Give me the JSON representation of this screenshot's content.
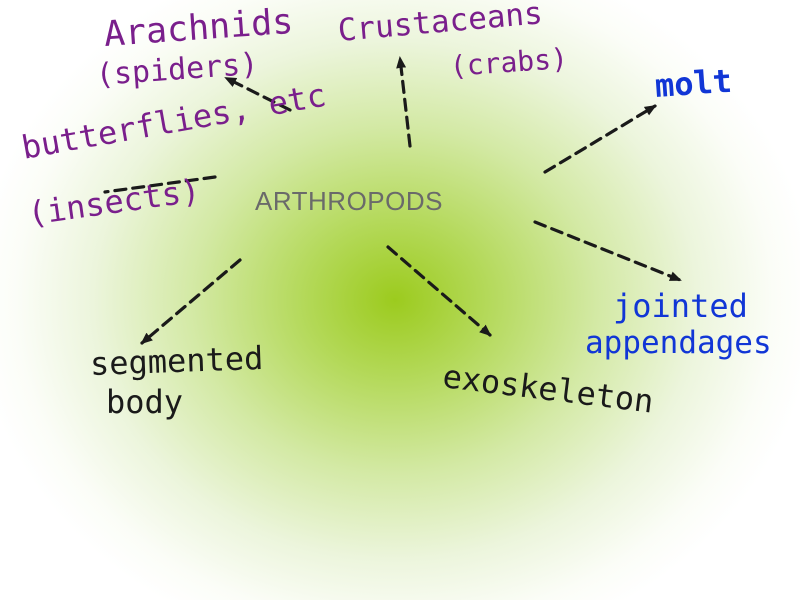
{
  "center": {
    "title": "ARTHROPODS"
  },
  "nodes": {
    "arachnids": {
      "line1": "Arachnids",
      "line2": "(spiders)"
    },
    "crustaceans": {
      "line1": "Crustaceans",
      "line2": "(crabs)"
    },
    "molt": {
      "line1": "molt"
    },
    "butterflies": {
      "line1": "butterflies, etc",
      "line2": "(insects)"
    },
    "segmented_body": {
      "line1": "segmented",
      "line2": "body"
    },
    "exoskeleton": {
      "line1": "exoskeleton"
    },
    "jointed_appendages": {
      "line1": "jointed",
      "line2": "appendages"
    }
  },
  "colors": {
    "purple_ink": "#7a1f8c",
    "blue_ink": "#1136d6",
    "black_ink": "#1a1a1a",
    "title_gray": "#6a6a6a",
    "background_center": "#9ccb1e"
  }
}
